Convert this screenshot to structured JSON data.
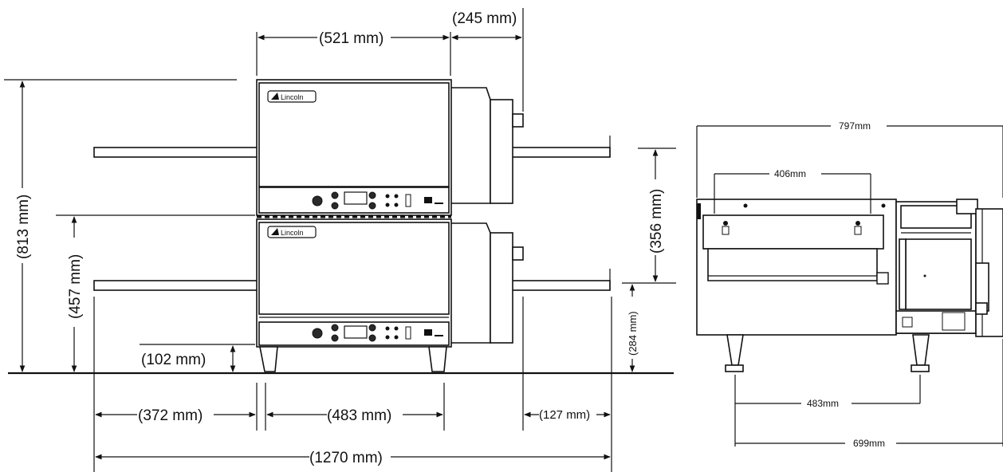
{
  "front_view": {
    "labels": {
      "width_521": "(521 mm)",
      "depth_245": "(245 mm)",
      "height_813": "(813 mm)",
      "height_457": "(457 mm)",
      "height_356": "(356 mm)",
      "height_284": "(284 mm)",
      "leg_102": "(102 mm)",
      "left_372": "(372 mm)",
      "mid_483": "(483 mm)",
      "right_127": "(127 mm)",
      "total_1270": "(1270 mm)"
    },
    "logo_text": "Lincoln"
  },
  "side_view": {
    "labels": {
      "width_797": "797mm",
      "width_406": "406mm",
      "legs_483": "483mm",
      "total_699": "699mm"
    }
  }
}
